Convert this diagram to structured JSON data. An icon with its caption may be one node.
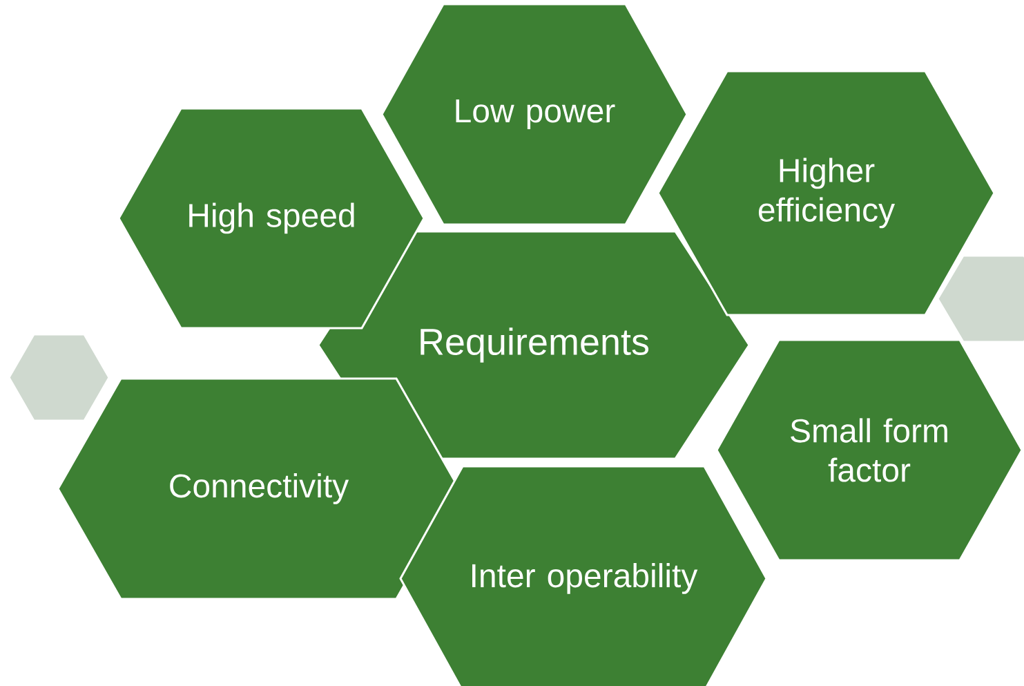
{
  "diagram": {
    "nodes": [
      {
        "text": [
          "Low power"
        ]
      },
      {
        "text": [
          "High speed"
        ]
      },
      {
        "text": [
          "Higher efficiency"
        ]
      },
      {
        "text": [
          "Requirements"
        ]
      },
      {
        "text": [],
        "shape": "hexagon"
      },
      {
        "text": [],
        "shape": "hexagon"
      },
      {
        "text": [
          "Connectivity"
        ]
      },
      {
        "text": [
          "Small form factor"
        ]
      },
      {
        "text": [
          "Inter operability"
        ]
      }
    ]
  }
}
